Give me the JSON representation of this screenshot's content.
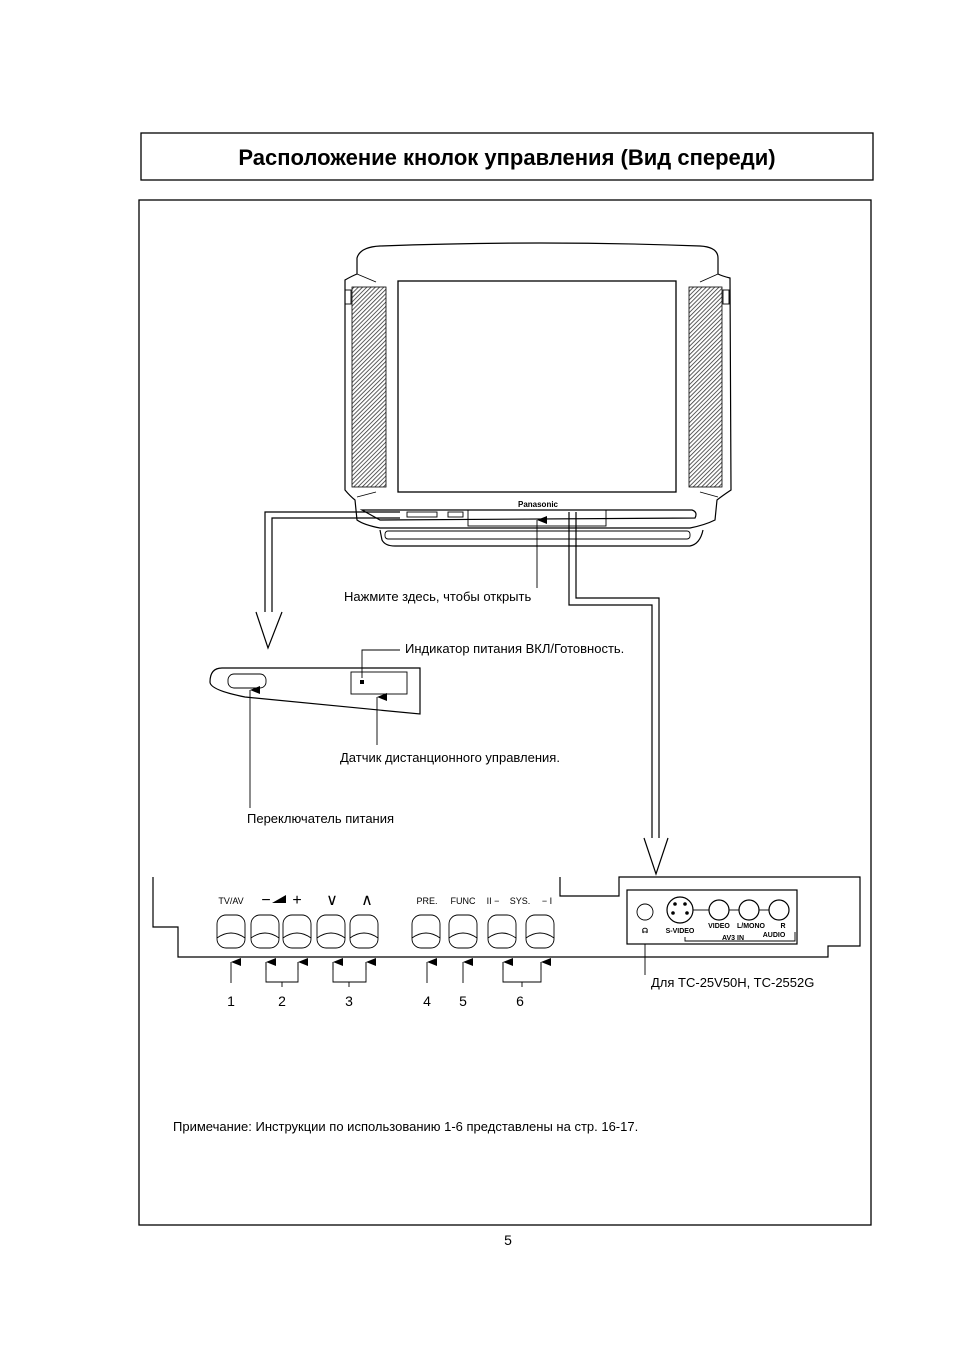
{
  "title": "Расположение кнолок управления (Вид спереди)",
  "tv": {
    "brand": "Panasonic"
  },
  "callouts": {
    "press_to_open": "Нажмите здесь, чтобы открыть",
    "power_indicator": "Индикатор питания ВКЛ/Готовность.",
    "remote_sensor": "Датчик дистанционного управления.",
    "power_switch": "Переключатель питания"
  },
  "panel": {
    "buttons": [
      {
        "label": "TV/AV"
      },
      {
        "label": "−"
      },
      {
        "label": "+"
      },
      {
        "label": "∨"
      },
      {
        "label": "∧"
      },
      {
        "label": "PRE."
      },
      {
        "label": "FUNC"
      },
      {
        "label": "II −"
      },
      {
        "label": "SYS."
      },
      {
        "label": "− I"
      }
    ],
    "numbers": [
      "1",
      "2",
      "3",
      "4",
      "5",
      "6"
    ],
    "jacks": {
      "headphone": "☊",
      "svideo": "S-VIDEO",
      "video": "VIDEO",
      "lmono": "L/MONO",
      "r": "R",
      "av3in": "AV3 IN",
      "audio": "AUDIO"
    },
    "models_note": "Для TC-25V50H, TC-2552G"
  },
  "note": "Примечание: Инструкции по использованию 1-6 представлены на стр. 16-17.",
  "page_number": "5"
}
